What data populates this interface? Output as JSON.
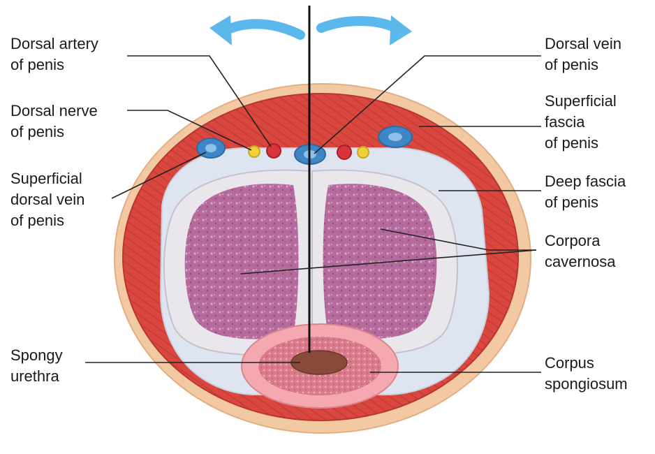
{
  "diagram": {
    "labels": {
      "dorsal_artery": [
        "Dorsal artery",
        "of penis"
      ],
      "dorsal_nerve": [
        "Dorsal nerve",
        "of penis"
      ],
      "superficial_dorsal_vein": [
        "Superficial",
        "dorsal vein",
        "of penis"
      ],
      "spongy_urethra": [
        "Spongy",
        "urethra"
      ],
      "dorsal_vein": [
        "Dorsal vein",
        "of penis"
      ],
      "superficial_fascia": [
        "Superficial",
        "fascia",
        "of penis"
      ],
      "deep_fascia": [
        "Deep fascia",
        "of penis"
      ],
      "corpora_cavernosa": [
        "Corpora",
        "cavernosa"
      ],
      "corpus_spongiosum": [
        "Corpus",
        "spongiosum"
      ]
    },
    "colors": {
      "skin": "#f3c9a3",
      "muscle": "#d9473f",
      "tunica": "#e9e6ec",
      "erectile_tissue": "#b56a9c",
      "spongiosum": "#f0a0a8",
      "urethra": "#8a4a3a",
      "vein": "#3f86c6",
      "artery": "#d8343c",
      "nerve": "#f2d23a",
      "arrow": "#5bb8ec",
      "leader_line": "#222222"
    },
    "icons": [
      "curved-arrow-left-icon",
      "curved-arrow-right-icon"
    ]
  }
}
